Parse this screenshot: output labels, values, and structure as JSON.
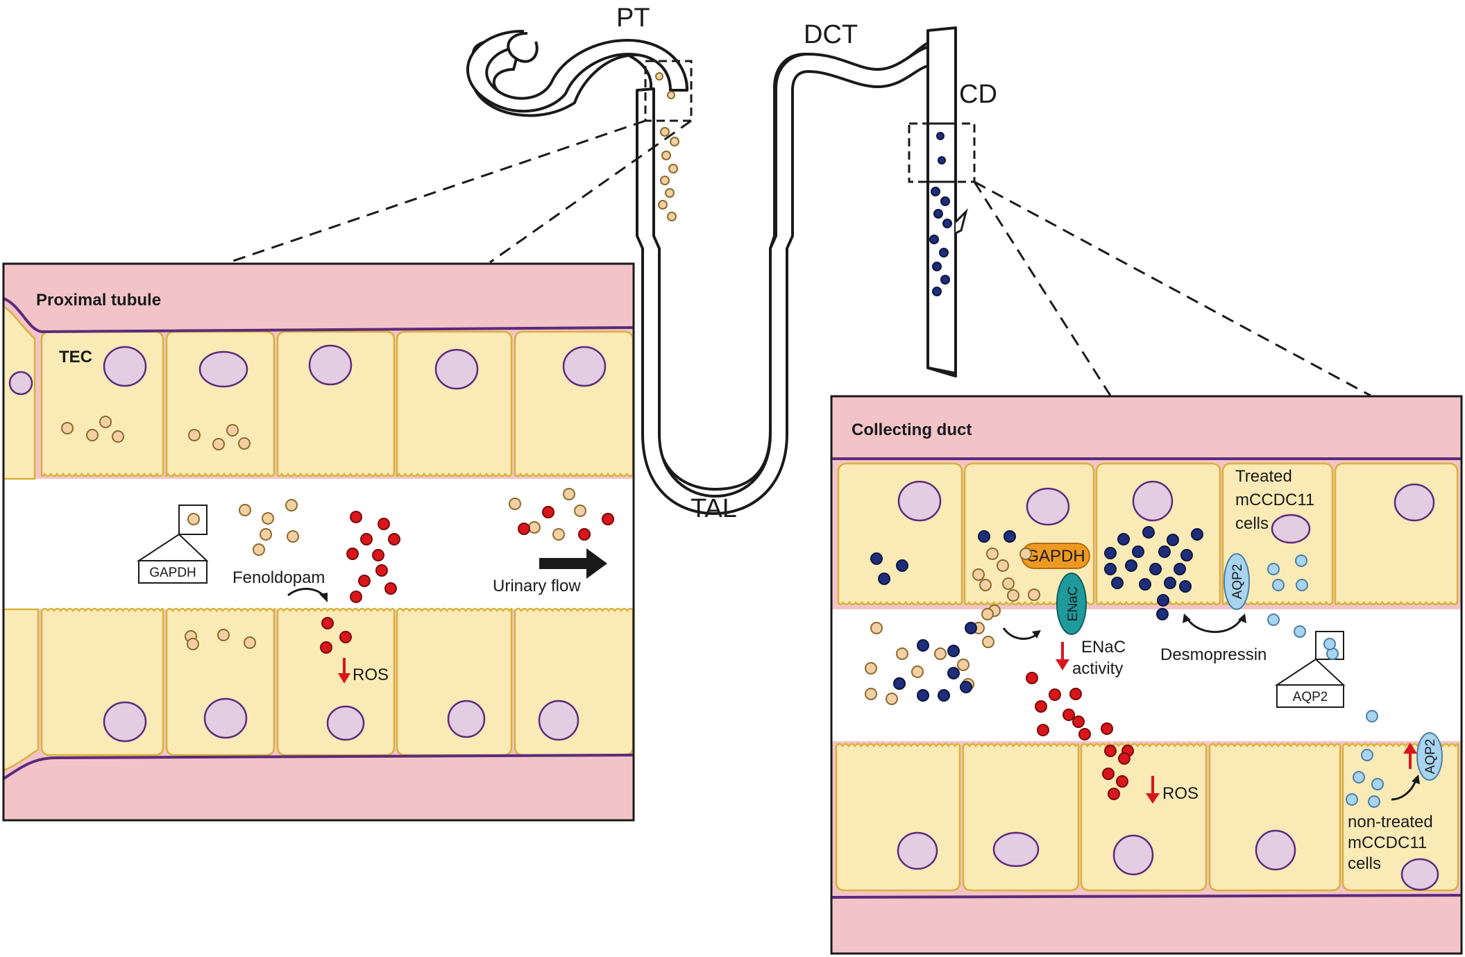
{
  "colors": {
    "interstitium": "#f2c4c8",
    "membrane": "#5c2a7a",
    "cell_fill": "#faeab6",
    "cell_border": "#d9b13a",
    "nucleus": "#e3cde3",
    "vesicle_beige": "#f3d0a4",
    "vesicle_red": "#d8161b",
    "vesicle_navy": "#1f2e7a",
    "vesicle_lightblue": "#a8d4ef",
    "gapdh": "#ee9a22",
    "enac": "#1f9a9a",
    "aqp2": "#a8d4ef",
    "arrow_red": "#d8161b"
  },
  "nephron": {
    "labels": {
      "pt": "PT",
      "dct": "DCT",
      "cd": "CD",
      "tal": "TAL"
    }
  },
  "proximal_panel": {
    "title": "Proximal tubule",
    "cell_label": "TEC",
    "legend_label": "GAPDH",
    "drug_label": "Fenoldopam",
    "flow_label": "Urinary flow",
    "ros_label": "ROS",
    "ros_direction": "down"
  },
  "collecting_panel": {
    "title": "Collecting duct",
    "gapdh_label": "GAPDH",
    "enac_label": "ENaC",
    "enac_effect_label": "ENaC\nactivity",
    "enac_effect_line1": "ENaC",
    "enac_effect_line2": "activity",
    "aqp2_label": "AQP2",
    "drug_label": "Desmopressin",
    "legend_label": "AQP2",
    "ros_label": "ROS",
    "treated_label": {
      "line1": "Treated",
      "line2": "mCCDC11",
      "line3": "cells"
    },
    "untreated_label": {
      "line1": "non-treated",
      "line2": "mCCDC11",
      "line3": "cells"
    }
  }
}
